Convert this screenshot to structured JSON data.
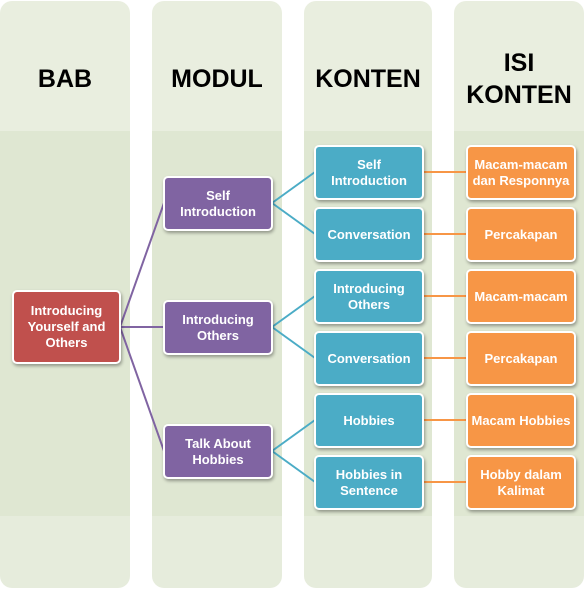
{
  "headers": {
    "bab": "BAB",
    "modul": "MODUL",
    "konten": "KONTEN",
    "isi_konten": "ISI\nKONTEN"
  },
  "bab": {
    "label": "Introducing\nYourself and\nOthers"
  },
  "modul": [
    {
      "label": "Self Introduction"
    },
    {
      "label": "Introducing\nOthers"
    },
    {
      "label": "Talk About\nHobbies"
    }
  ],
  "konten": [
    {
      "label": "Self Introduction"
    },
    {
      "label": "Conversation"
    },
    {
      "label": "Introducing\nOthers"
    },
    {
      "label": "Conversation"
    },
    {
      "label": "Hobbies"
    },
    {
      "label": "Hobbies in\nSentence"
    }
  ],
  "isi_konten": [
    {
      "label": "Macam-macam\ndan Responnya"
    },
    {
      "label": "Percakapan"
    },
    {
      "label": "Macam-macam"
    },
    {
      "label": "Percakapan"
    },
    {
      "label": "Macam Hobbies"
    },
    {
      "label": "Hobby dalam\nKalimat"
    }
  ],
  "colors": {
    "bab": "#c0504d",
    "modul": "#8064a2",
    "konten": "#4bacc6",
    "isi_konten": "#f79646",
    "panel": "#dfe7d2"
  }
}
